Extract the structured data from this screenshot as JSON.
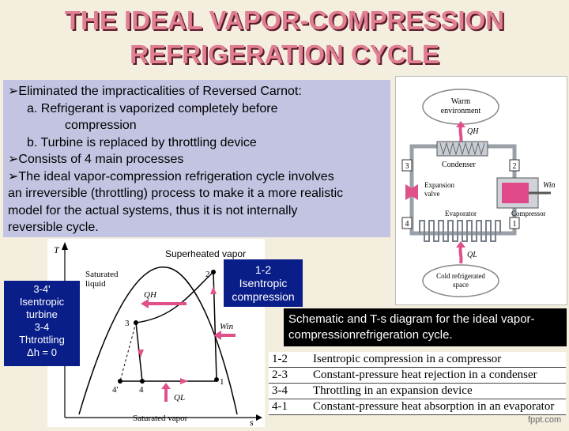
{
  "title": {
    "line1": "THE IDEAL VAPOR-COMPRESSION",
    "line2": "REFRIGERATION CYCLE"
  },
  "bullets": [
    "➢Eliminated the impracticalities of Reversed Carnot:",
    "a. Refrigerant is vaporized completely before",
    "compression",
    "b. Turbine is replaced by throttling device",
    "➢Consists of 4 main processes",
    "➢The ideal vapor-compression refrigeration cycle involves",
    "an irreversible (throttling) process to make it a more realistic",
    "model for the actual systems, thus it is not internally",
    "reversible cycle."
  ],
  "schematic": {
    "warm_env_1": "Warm",
    "warm_env_2": "environment",
    "qh": "QH",
    "condenser": "Condenser",
    "expansion_1": "Expansion",
    "expansion_2": "valve",
    "evaporator": "Evaporator",
    "compressor": "Compressor",
    "win": "Win",
    "ql": "QL",
    "cold_1": "Cold refrigerated",
    "cold_2": "space",
    "n1": "1",
    "n2": "2",
    "n3": "3",
    "n4": "4"
  },
  "ts": {
    "t_axis": "T",
    "s_axis": "s",
    "sat_liquid_1": "Saturated",
    "sat_liquid_2": "liquid",
    "sat_vapor": "Saturated vapor",
    "qh": "QH",
    "win": "Win",
    "ql": "QL",
    "p1": "1",
    "p2": "2",
    "p3": "3",
    "p4": "4",
    "p4p": "4'"
  },
  "superheated_label": "Superheated vapor",
  "box_34": {
    "l1": "3-4'",
    "l2": "Isentropic",
    "l3": "turbine",
    "l4": "3-4",
    "l5": "Thtrottling",
    "l6": "Δh = 0"
  },
  "box_12": {
    "l1": "1-2",
    "l2": "Isentropic",
    "l3": "compression"
  },
  "caption": "Schematic and T-s diagram for the ideal vapor-compressionrefrigeration cycle.",
  "legend": [
    {
      "n": "1-2",
      "text": "Isentropic compression in a compressor"
    },
    {
      "n": "2-3",
      "text": "Constant-pressure heat rejection in a condenser"
    },
    {
      "n": "3-4",
      "text": "Throttling in an expansion device"
    },
    {
      "n": "4-1",
      "text": "Constant-pressure heat absorption in an evaporator"
    }
  ],
  "footer": "fppt.com",
  "colors": {
    "title": "#e07e92",
    "bullet_bg": "#c2c4e2",
    "box_blue": "#0a1e8a",
    "arrow_pink": "#e0508a"
  }
}
